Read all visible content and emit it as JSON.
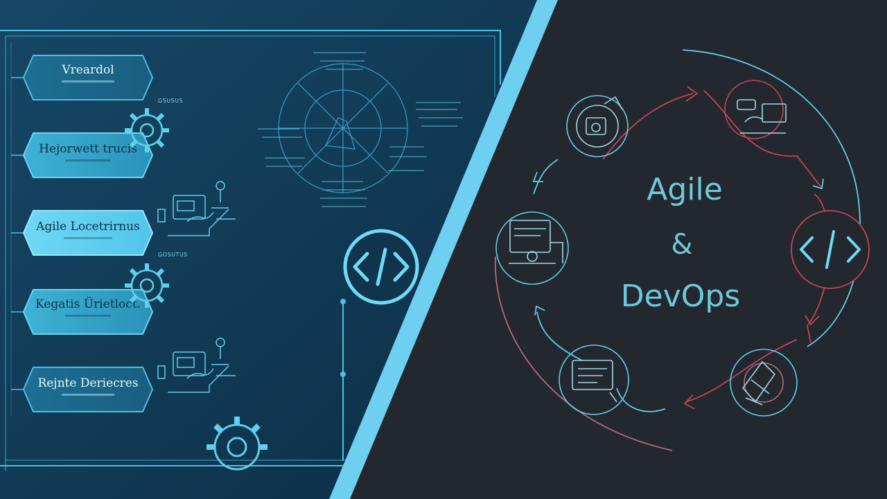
{
  "left_panel": {
    "pills": [
      {
        "label": "Vreardol",
        "style": "dark"
      },
      {
        "label": "Hejorwett trucis",
        "style": "light"
      },
      {
        "label": "Agile Locetrirnus",
        "style": "bright"
      },
      {
        "label": "Kegatis Ürietloct.",
        "style": "light"
      },
      {
        "label": "Rejnte Deriecres",
        "style": "light"
      }
    ],
    "side_labels": [
      "GSUSUS",
      "GOSUTUS"
    ]
  },
  "right_panel": {
    "title_line1": "Agile",
    "title_line2": "&",
    "title_line3": "DevOps",
    "cycle_icons": [
      "phone-workspace-icon",
      "laptop-desk-icon",
      "code-brackets-icon",
      "gear-tools-icon",
      "monitor-checklist-icon",
      "workstation-icon"
    ]
  },
  "colors": {
    "left_bg": "#0f3550",
    "right_bg": "#23272e",
    "diagonal": "#6ecff0",
    "cyan_line": "#5fd0ea",
    "pink_line": "#c2455a"
  }
}
